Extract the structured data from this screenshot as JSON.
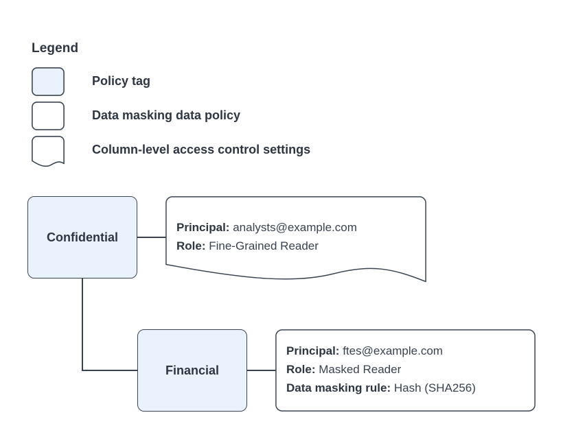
{
  "legend": {
    "title": "Legend",
    "items": [
      {
        "shape": "rounded-rect-filled",
        "label": "Policy tag"
      },
      {
        "shape": "rounded-rect-outline",
        "label": "Data masking data policy"
      },
      {
        "shape": "wave-bottom-card",
        "label": "Column-level access control settings"
      }
    ]
  },
  "diagram": {
    "nodes": [
      {
        "id": "confidential",
        "label": "Confidential",
        "type": "policy-tag"
      },
      {
        "id": "financial",
        "label": "Financial",
        "type": "policy-tag"
      }
    ],
    "cards": [
      {
        "id": "confidential-settings",
        "shape": "wave-bottom-card",
        "lines": [
          {
            "key": "Principal:",
            "value": "analysts@example.com"
          },
          {
            "key": "Role:",
            "value": "Fine-Grained Reader"
          }
        ]
      },
      {
        "id": "financial-policy",
        "shape": "rounded-rect-outline",
        "lines": [
          {
            "key": "Principal:",
            "value": "ftes@example.com"
          },
          {
            "key": "Role:",
            "value": "Masked Reader"
          },
          {
            "key": "Data masking rule:",
            "value": "Hash (SHA256)"
          }
        ]
      }
    ]
  },
  "colors": {
    "node_fill": "#eaf2fd",
    "stroke": "#3b4551",
    "text": "#2e3642",
    "value_text": "#3a4250",
    "background": "#ffffff"
  }
}
